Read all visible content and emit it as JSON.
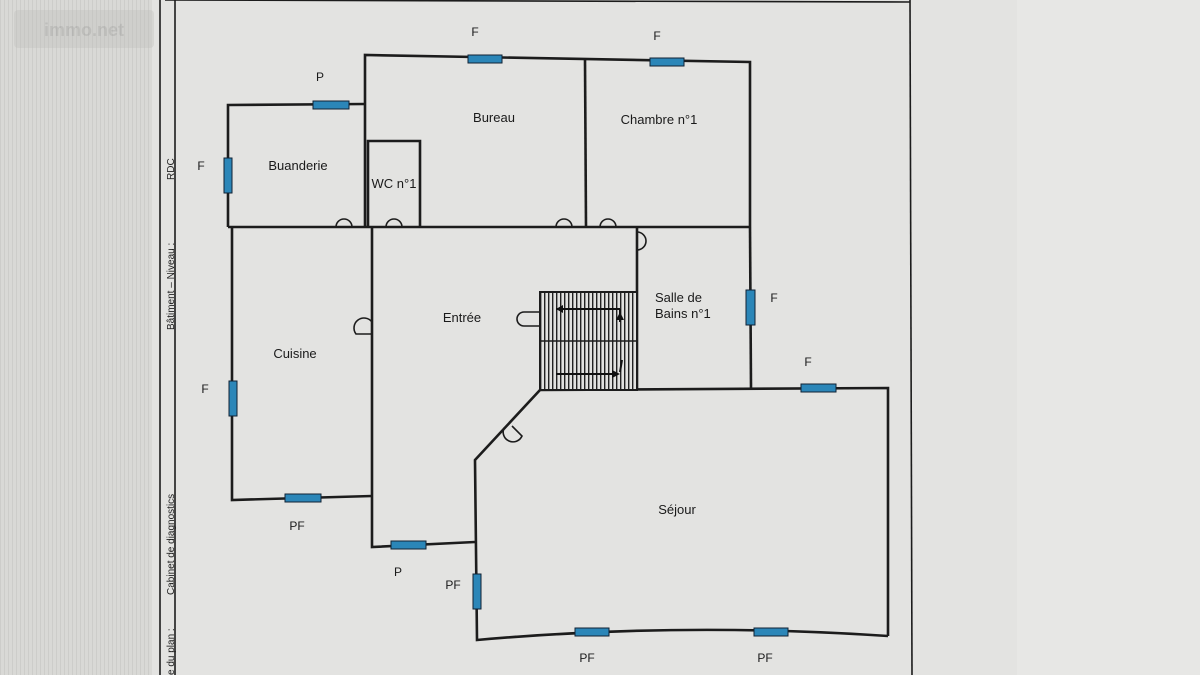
{
  "watermark": "immo.net",
  "sidebar": {
    "level_label": "Bâtiment – Niveau :",
    "level_value": "RDC",
    "company": "Cabinet de diagnostics",
    "plan_label": "e du plan :"
  },
  "rooms": {
    "buanderie": "Buanderie",
    "wc": "WC n°1",
    "bureau": "Bureau",
    "chambre": "Chambre n°1",
    "entree": "Entrée",
    "cuisine": "Cuisine",
    "sdb_line1": "Salle de",
    "sdb_line2": "Bains n°1",
    "sejour": "Séjour"
  },
  "openings": {
    "bureau_top": "F",
    "chambre_top": "F",
    "buanderie_top": "P",
    "buanderie_left": "F",
    "cuisine_left": "F",
    "cuisine_bottom": "PF",
    "entree_bottom": "P",
    "sejour_left": "PF",
    "sejour_bottom_left": "PF",
    "sejour_bottom_right": "PF",
    "sejour_top": "F",
    "sdb_right": "F"
  },
  "colors": {
    "window": "#2b86b8"
  }
}
